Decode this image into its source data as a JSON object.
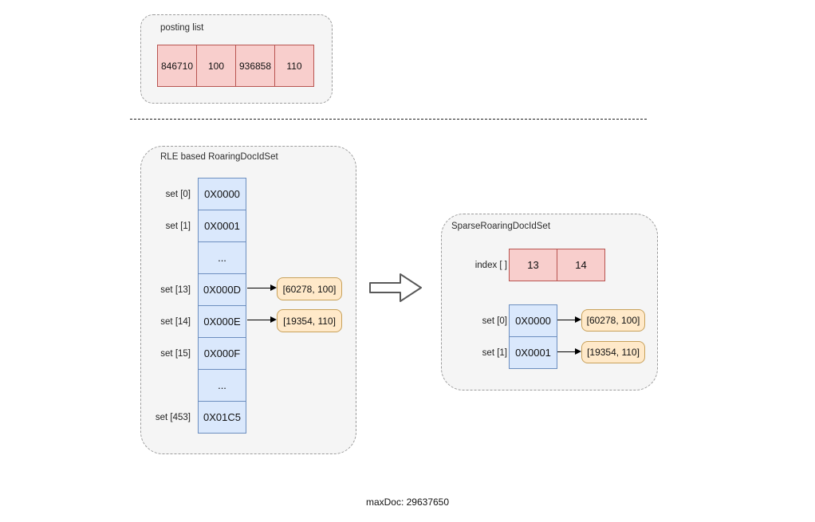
{
  "colors": {
    "page_background": "#ffffff",
    "container_fill": "#f5f5f5",
    "container_border": "#9c9c9c",
    "pink_fill": "#f8cecc",
    "pink_border": "#b85450",
    "blue_fill": "#dae8fc",
    "blue_border": "#6c8ebf",
    "badge_fill": "#ffe9c9",
    "badge_border": "#c8a15a",
    "arrow_stroke": "#595959"
  },
  "posting_list": {
    "title": "posting list",
    "cells": [
      "846710",
      "100",
      "936858",
      "110"
    ]
  },
  "rle_set": {
    "title": "RLE based RoaringDocIdSet",
    "rows": [
      {
        "label": "set [0]",
        "value": "0X0000",
        "pointer": ""
      },
      {
        "label": "set [1]",
        "value": "0X0001",
        "pointer": ""
      },
      {
        "label": "",
        "value": "...",
        "pointer": ""
      },
      {
        "label": "set [13]",
        "value": "0X000D",
        "pointer": "[60278, 100]"
      },
      {
        "label": "set [14]",
        "value": "0X000E",
        "pointer": "[19354, 110]"
      },
      {
        "label": "set [15]",
        "value": "0X000F",
        "pointer": ""
      },
      {
        "label": "",
        "value": "...",
        "pointer": ""
      },
      {
        "label": "set [453]",
        "value": "0X01C5",
        "pointer": ""
      }
    ]
  },
  "sparse_set": {
    "title": "SparseRoaringDocIdSet",
    "index_label": "index [ ]",
    "index_cells": [
      "13",
      "14"
    ],
    "rows": [
      {
        "label": "set [0]",
        "value": "0X0000",
        "pointer": "[60278, 100]"
      },
      {
        "label": "set [1]",
        "value": "0X0001",
        "pointer": "[19354, 110]"
      }
    ]
  },
  "footer": {
    "max_doc": "maxDoc: 29637650"
  }
}
